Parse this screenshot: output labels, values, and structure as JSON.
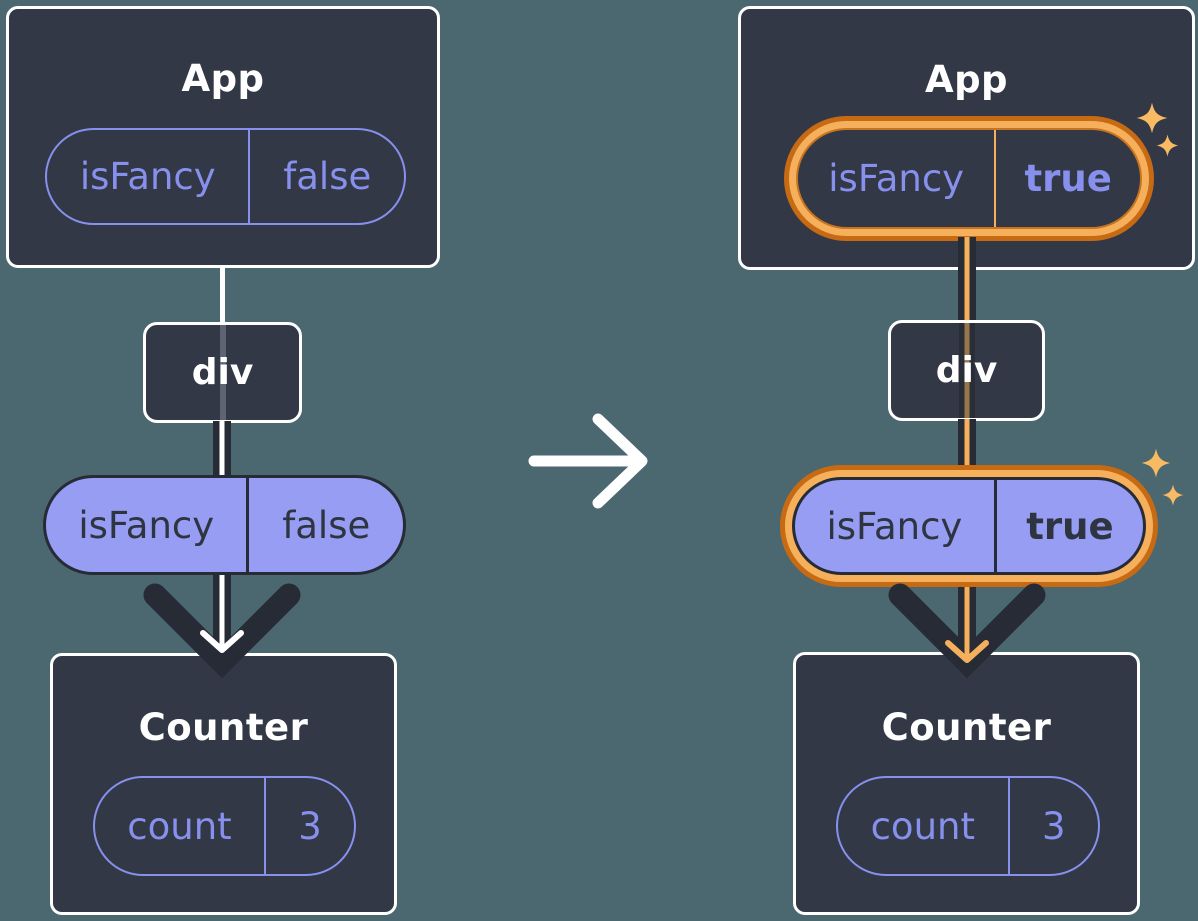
{
  "colors": {
    "background": "#4B6770",
    "card": "#323845",
    "white": "#FFFFFF",
    "purple": "#8790EC",
    "purple_fill": "#969DF3",
    "dark": "#262B36",
    "dark_text": "#2E3440",
    "orange_dark": "#C76A14",
    "orange_light": "#F6B05C",
    "sparkle": "#F8BA62"
  },
  "before": {
    "app": {
      "title": "App",
      "prop_name": "isFancy",
      "prop_value": "false"
    },
    "mid": {
      "label": "div"
    },
    "passed_prop": {
      "name": "isFancy",
      "value": "false"
    },
    "counter": {
      "title": "Counter",
      "state_name": "count",
      "state_value": "3"
    }
  },
  "after": {
    "app": {
      "title": "App",
      "prop_name": "isFancy",
      "prop_value": "true"
    },
    "mid": {
      "label": "div"
    },
    "passed_prop": {
      "name": "isFancy",
      "value": "true"
    },
    "counter": {
      "title": "Counter",
      "state_name": "count",
      "state_value": "3"
    }
  }
}
